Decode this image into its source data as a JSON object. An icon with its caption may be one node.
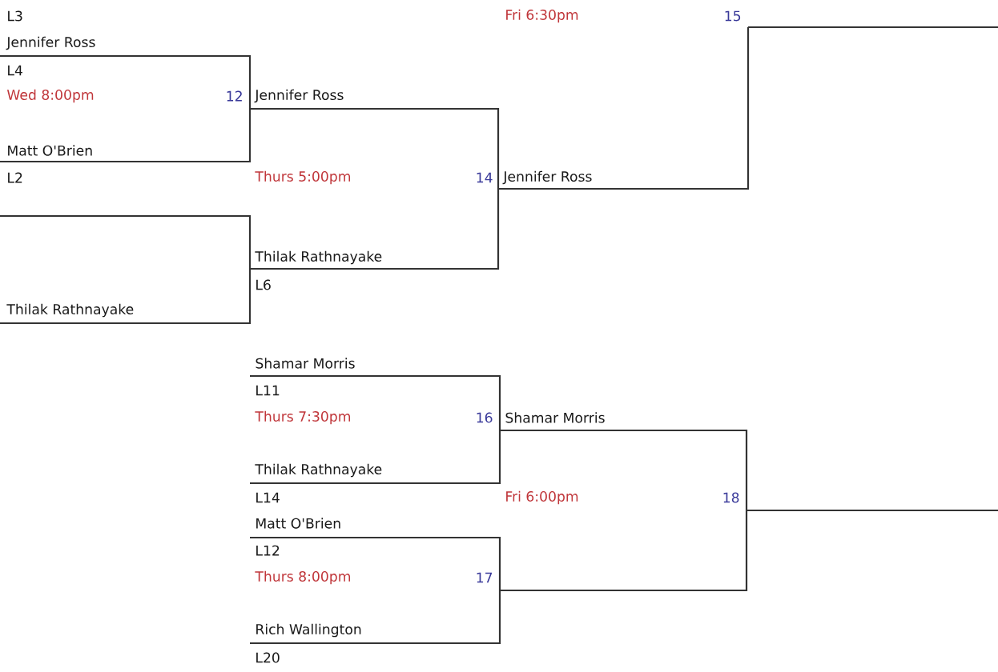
{
  "diagram": {
    "labels": [
      "L3",
      "Fri 6:30pm",
      "15",
      "Jennifer Ross",
      "L4",
      "Wed 8:00pm",
      "12",
      "Jennifer Ross",
      "Matt O'Brien",
      "L2",
      "Thurs 5:00pm",
      "14",
      "Jennifer Ross",
      "Thilak Rathnayake",
      "L6",
      "Thilak Rathnayake",
      "Shamar Morris",
      "L11",
      "Thurs 7:30pm",
      "16",
      "Shamar Morris",
      "Thilak Rathnayake",
      "L14",
      "Fri 6:00pm",
      "18",
      "Matt O'Brien",
      "L12",
      "Thurs 8:00pm",
      "17",
      "Rich Wallington",
      "L20"
    ]
  }
}
